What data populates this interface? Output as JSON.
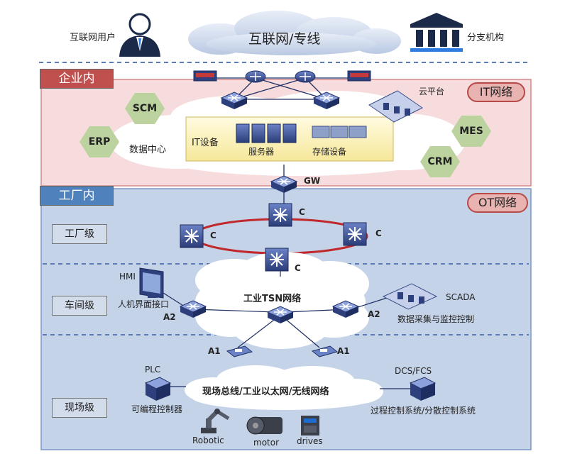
{
  "top": {
    "internet_user": "互联网用户",
    "internet_cloud": "互联网/专线",
    "branch": "分支机构"
  },
  "enterprise": {
    "tag": "企业内",
    "network": "IT网络",
    "cloud_platform": "云平台",
    "datacenter": "数据中心",
    "it_equipment": "IT设备",
    "servers": "服务器",
    "storage": "存储设备",
    "apps": [
      "SCM",
      "ERP",
      "MES",
      "CRM"
    ],
    "gateway": "GW"
  },
  "factory": {
    "tag": "工厂内",
    "network": "OT网络",
    "levels": [
      "工厂级",
      "车间级",
      "现场级"
    ],
    "ring_node": "C",
    "hmi": "HMI",
    "hmi_desc": "人机界面接口",
    "tsn": "工业TSN网络",
    "scada": "SCADA",
    "scada_desc": "数据采集与监控控制",
    "a2": "A2",
    "a1": "A1",
    "plc": "PLC",
    "plc_desc": "可编程控制器",
    "fieldbus": "现场总线/工业以太网/无线网络",
    "dcs": "DCS/FCS",
    "dcs_desc": "过程控制系统/分散控制系统",
    "robotic": "Robotic",
    "motor": "motor",
    "drives": "drives"
  },
  "colors": {
    "enterprise_bg": "#f6dcdc",
    "enterprise_tag": "#c0504d",
    "factory_bg": "#c5d3e8",
    "factory_tag": "#4f81bd",
    "ring": "#c0282c",
    "device": "#3a4f8c"
  }
}
